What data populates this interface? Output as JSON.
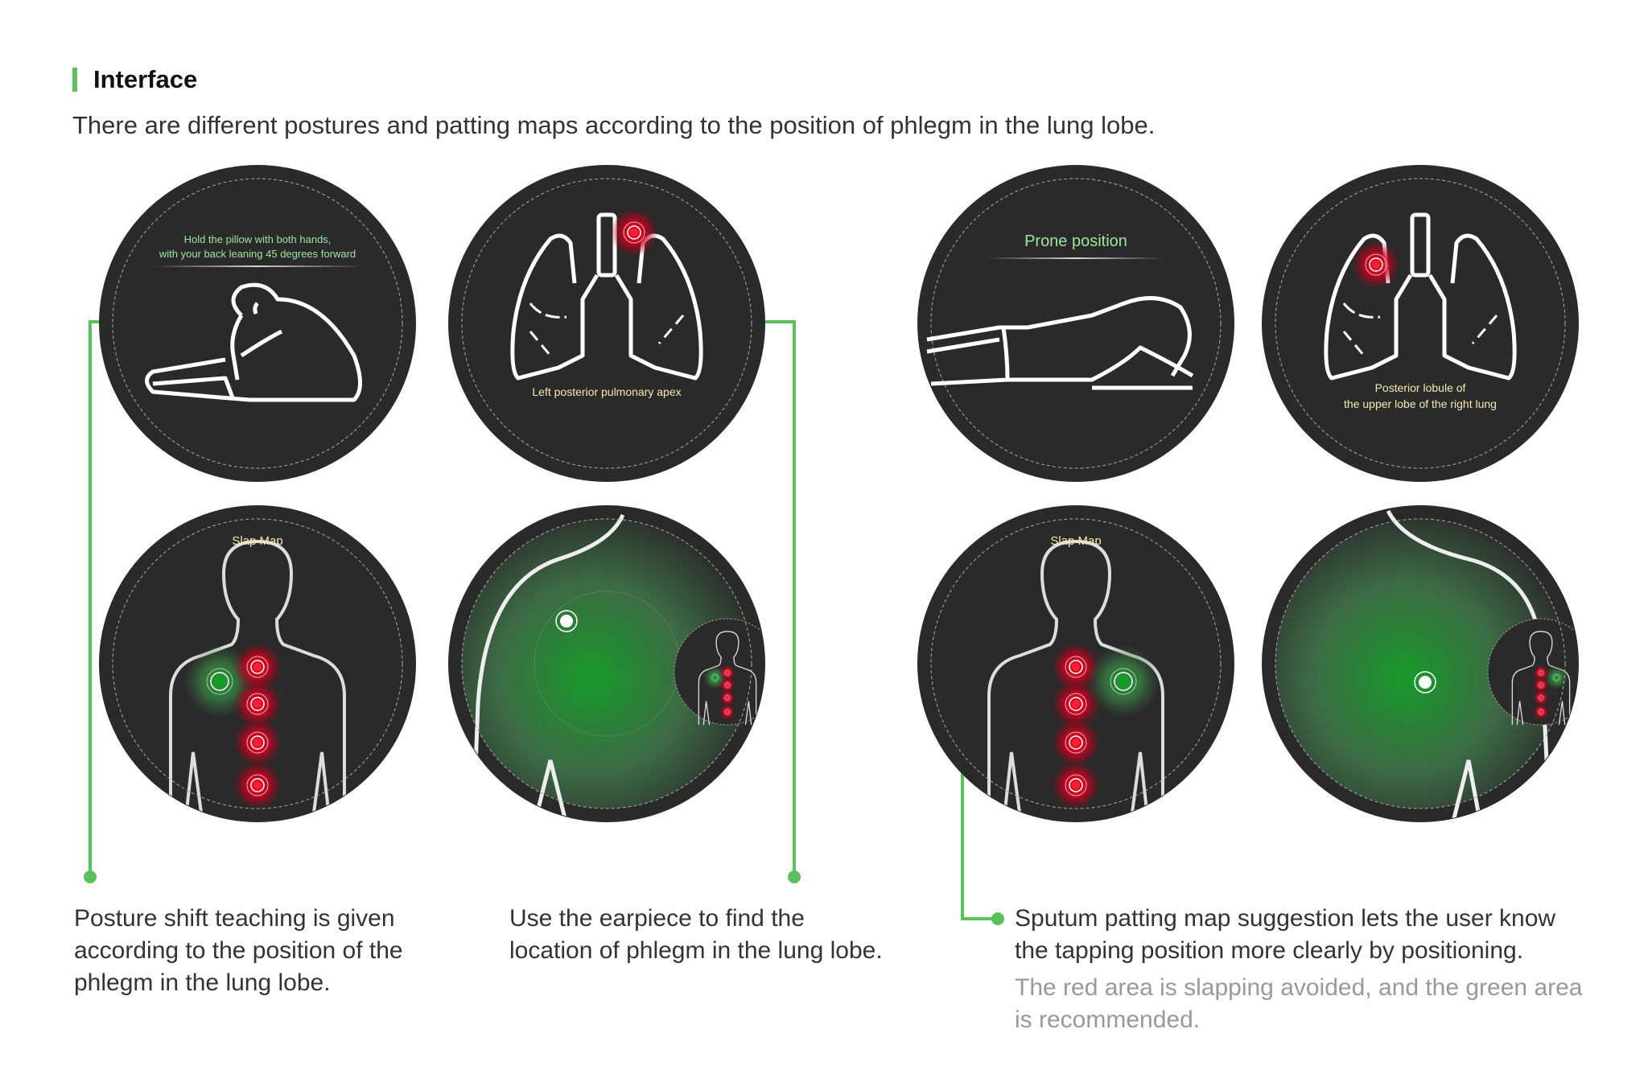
{
  "header": {
    "title": "Interface",
    "subtitle": "There are different postures and patting maps according to the position of phlegm in the lung lobe."
  },
  "screens": {
    "posture_left": {
      "instruction_line1": "Hold the pillow with both hands,",
      "instruction_line2": "with your back leaning 45 degrees forward"
    },
    "lung_left": {
      "label": "Left posterior pulmonary apex"
    },
    "posture_right": {
      "instruction": "Prone position"
    },
    "lung_right": {
      "label_line1": "Posterior lobule of",
      "label_line2": "the upper lobe of the right lung"
    },
    "slap_map_left": {
      "title": "Slap Map"
    },
    "slap_map_right": {
      "title": "Slap Map"
    }
  },
  "captions": {
    "posture": [
      "Posture shift teaching is given",
      "according to the position of the",
      "phlegm in the lung lobe."
    ],
    "earpiece": [
      "Use the earpiece to find the",
      "location of phlegm in the lung lobe."
    ],
    "map": [
      "Sputum patting map suggestion lets the user know",
      "the tapping position more clearly by positioning."
    ],
    "map_note": [
      "The red area is slapping avoided, and the green area",
      "is recommended."
    ]
  },
  "colors": {
    "accent": "#5cc05c",
    "screen_bg": "#2a2a2a",
    "avoid": "#e0102a",
    "recommend": "#1a9a30",
    "instruction": "#9fe59f",
    "label": "#f4eab0"
  }
}
